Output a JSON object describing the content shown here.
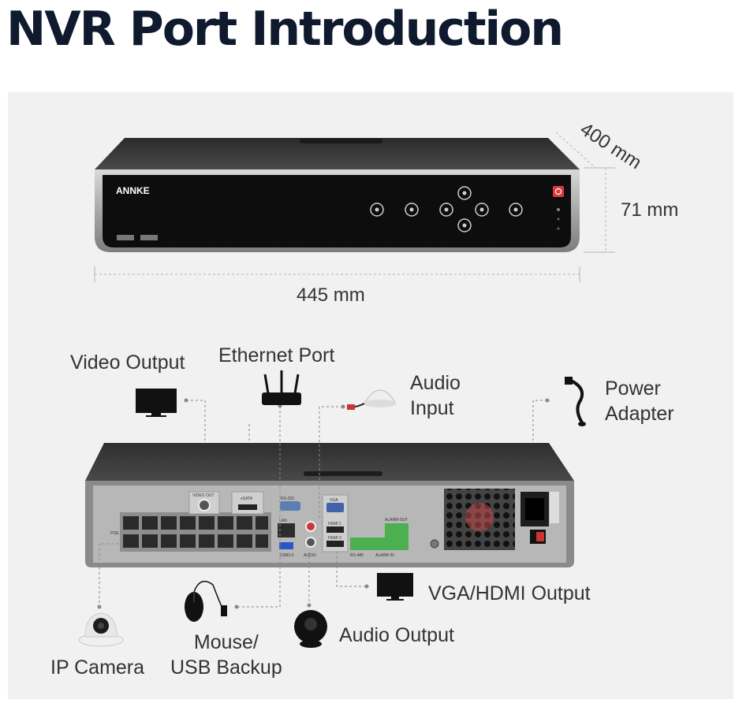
{
  "title": "NVR Port Introduction",
  "front": {
    "brand": "ANNKE",
    "dimensions": {
      "depth": "400 mm",
      "height": "71 mm",
      "width": "445 mm"
    }
  },
  "rear": {
    "port_labels": [
      "VIDEO OUT",
      "eSATA",
      "RS-232",
      "VGA",
      "HDMI 1",
      "HDMI 2",
      "ALARM OUT",
      "ALARM IN",
      "RS-485",
      "AUDIO",
      "LAN",
      "USB3.0",
      "POE"
    ]
  },
  "connections": [
    {
      "id": "video-output",
      "label": "Video Output",
      "device_icon": "monitor-icon"
    },
    {
      "id": "ethernet-port",
      "label": "Ethernet Port",
      "device_icon": "router-icon"
    },
    {
      "id": "audio-input",
      "label_lines": [
        "Audio",
        "Input"
      ],
      "device_icon": "microphone-icon"
    },
    {
      "id": "power-adapter",
      "label_lines": [
        "Power",
        "Adapter"
      ],
      "device_icon": "power-cable-icon"
    },
    {
      "id": "vga-hdmi-output",
      "label": "VGA/HDMI Output",
      "device_icon": "monitor-icon"
    },
    {
      "id": "audio-output",
      "label": "Audio Output",
      "device_icon": "speaker-icon"
    },
    {
      "id": "mouse-usb-backup",
      "label_lines": [
        "Mouse/",
        "USB Backup"
      ],
      "device_icon": "mouse-icon"
    },
    {
      "id": "ip-camera",
      "label": "IP Camera",
      "device_icon": "dome-camera-icon"
    }
  ],
  "colors": {
    "title": "#0f1a2e",
    "panel": "#f1f1f1",
    "chassis": "#3c3c3c",
    "front_face": "#0d0d0d",
    "power_button": "#e0383e",
    "terminal_green": "#4caf50"
  }
}
